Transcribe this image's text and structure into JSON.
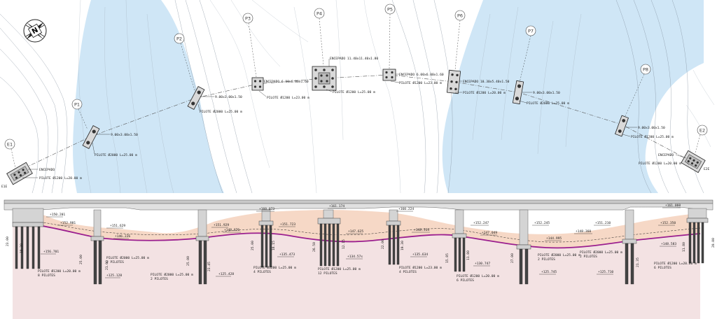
{
  "colors": {
    "water": "#cfe6f6",
    "terrain_fill": "#f6d8c6",
    "lower_fill": "#f3e2e3",
    "rock_line": "#9b1f8f",
    "deck": "#d8d8d8"
  },
  "plan": {
    "supports": [
      {
        "tag": "E1",
        "cap": "ENCEPADO",
        "pile": "PILOTE Ø1200 L=20.00 m"
      },
      {
        "tag": "P1",
        "cap": "9.00x3.00x1.50",
        "pile": "PILOTE Ø2000 L=25.00 m"
      },
      {
        "tag": "P2",
        "cap": "9.00x3.00x1.50",
        "pile": "PILOTE Ø2000 L=25.00 m"
      },
      {
        "tag": "P3",
        "cap": "ENCEPADO 6.00x6.00x1.60",
        "pile": "PILOTE Ø1200 L=23.00 m"
      },
      {
        "tag": "P4",
        "cap": "ENCEPADO 11.40x11.40x1.80",
        "pile": "PILOTE Ø1200 L=25.00 m"
      },
      {
        "tag": "P5",
        "cap": "ENCEPADO 6.00x6.00x1.60",
        "pile": "PILOTE Ø1200 L=23.00 m"
      },
      {
        "tag": "P6",
        "cap": "ENCEPADO 10.30x5.40x1.50",
        "pile": "PILOTE Ø1200 L=20.00 m"
      },
      {
        "tag": "P7",
        "cap": "9.00x3.00x1.50",
        "pile": "PILOTE Ø2000 L=25.00 m"
      },
      {
        "tag": "P8",
        "cap": "9.00x3.00x1.50",
        "pile": "PILOTE Ø1200 L=25.00 m"
      },
      {
        "tag": "E2",
        "cap": "ENCEPADO",
        "pile": "PILOTE Ø1200 L=20.00 m"
      }
    ],
    "end_marks": [
      "E1E",
      "E2E"
    ]
  },
  "elevation": {
    "levels": [
      "+150.201",
      "+152.981",
      "+156.701",
      "+146.226",
      "+151.629",
      "+125.128",
      "+151.929",
      "+125.428",
      "+160.073",
      "+148.876",
      "+151.723",
      "+135.473",
      "+161.174",
      "+147.625",
      "+134.57s",
      "+160.224",
      "+148.534",
      "+135.634",
      "+152.247",
      "+147.049",
      "+130.747",
      "+152.245",
      "+148.360",
      "+144.995",
      "+125.745",
      "+151.210",
      "+148.583",
      "+125.710",
      "+152.350",
      "+161.060"
    ],
    "pile_notes": [
      {
        "l1": "PILOTE Ø1200 L=20.00 m",
        "l2": "8 PILOTES"
      },
      {
        "l1": "PILOTE Ø2000 L=25.00 m",
        "l2": "2 PILOTES"
      },
      {
        "l1": "PILOTE Ø2000 L=25.00 m",
        "l2": "2 PILOTES"
      },
      {
        "l1": "PILOTE Ø1200 L=25.00 m",
        "l2": "4 PILOTES"
      },
      {
        "l1": "PILOTE Ø1200 L=25.00 m",
        "l2": "12 PILOTES"
      },
      {
        "l1": "PILOTE Ø1200 L=23.00 m",
        "l2": "4 PILOTES"
      },
      {
        "l1": "PILOTE Ø1200 L=20.00 m",
        "l2": "6 PILOTES"
      },
      {
        "l1": "PILOTE Ø2000 L=25.00 m",
        "l2": "2 PILOTES"
      },
      {
        "l1": "PILOTE Ø2000 L=25.00 m",
        "l2": "2 PILOTES"
      },
      {
        "l1": "PILOTE Ø1200 L=20.00 m",
        "l2": "6 PILOTES"
      }
    ],
    "dims": [
      "23.00",
      "18.30",
      "25.00",
      "21.00",
      "25.00",
      "23.45",
      "25.00",
      "18.15",
      "26.50",
      "12.15",
      "22.00",
      "19.30",
      "15.85",
      "11.80",
      "27.00",
      "21.35",
      "11.80",
      "20.00"
    ]
  }
}
